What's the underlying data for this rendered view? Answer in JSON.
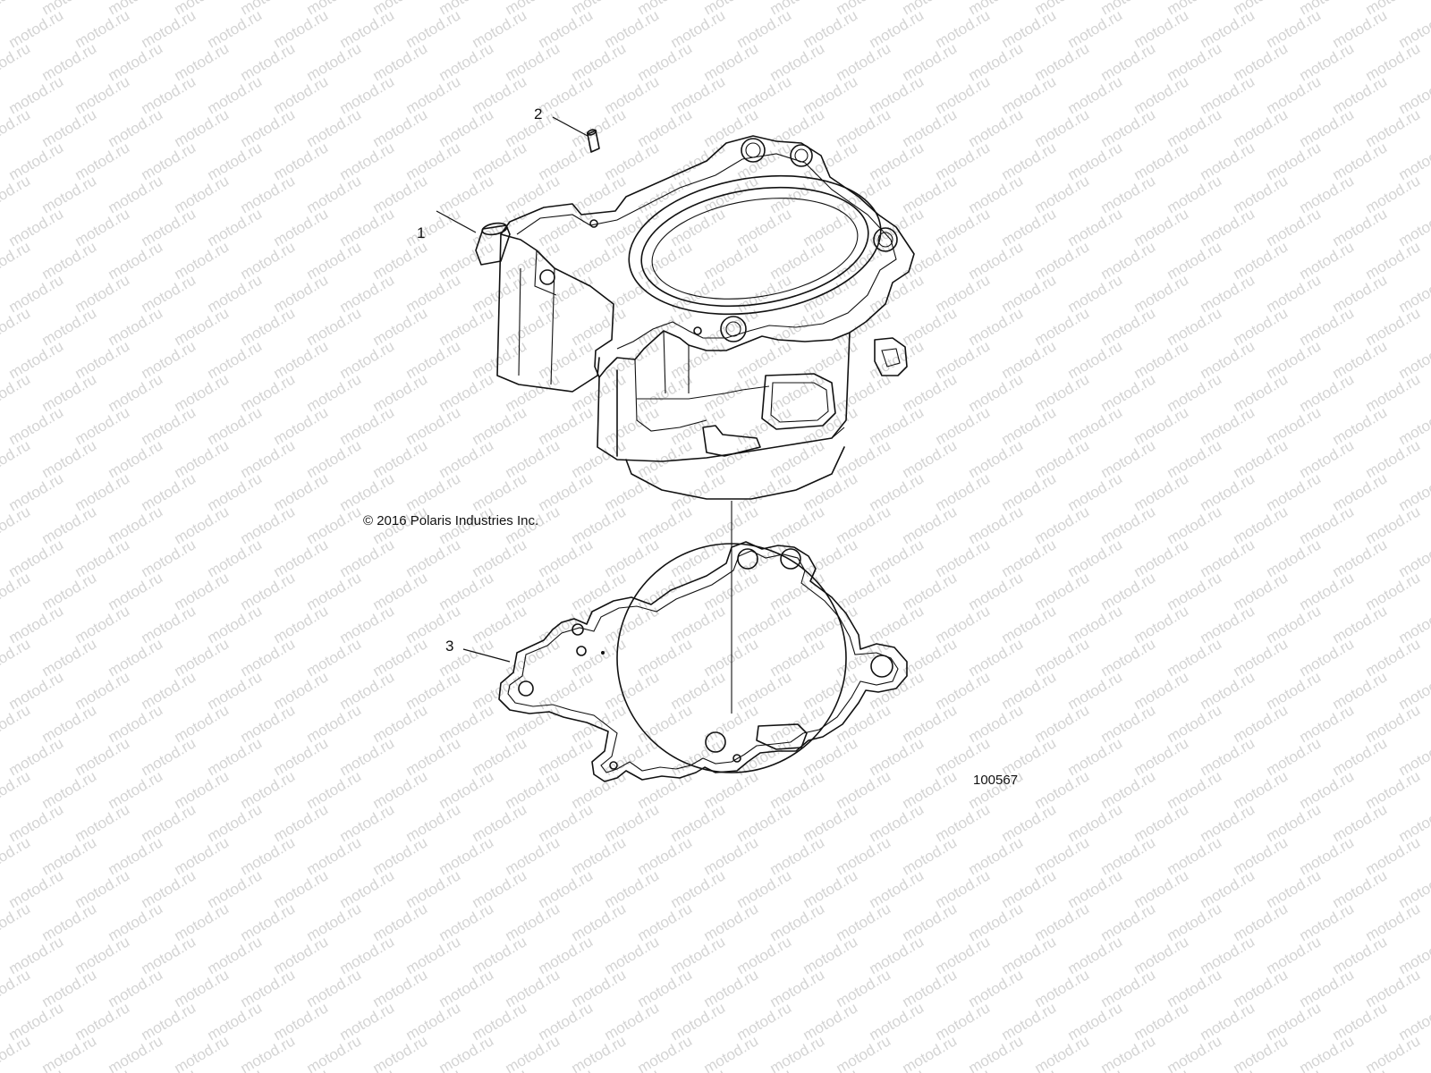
{
  "watermark": {
    "text": "motod.ru",
    "color": "#d4d4d4"
  },
  "callouts": [
    {
      "label": "1",
      "part": "cylinder"
    },
    {
      "label": "2",
      "part": "dowel-pin"
    },
    {
      "label": "3",
      "part": "cylinder-base-gasket"
    }
  ],
  "copyright": "© 2016 Polaris Industries Inc.",
  "diagram_number": "100567",
  "colors": {
    "line": "#111111",
    "background": "#ffffff"
  }
}
